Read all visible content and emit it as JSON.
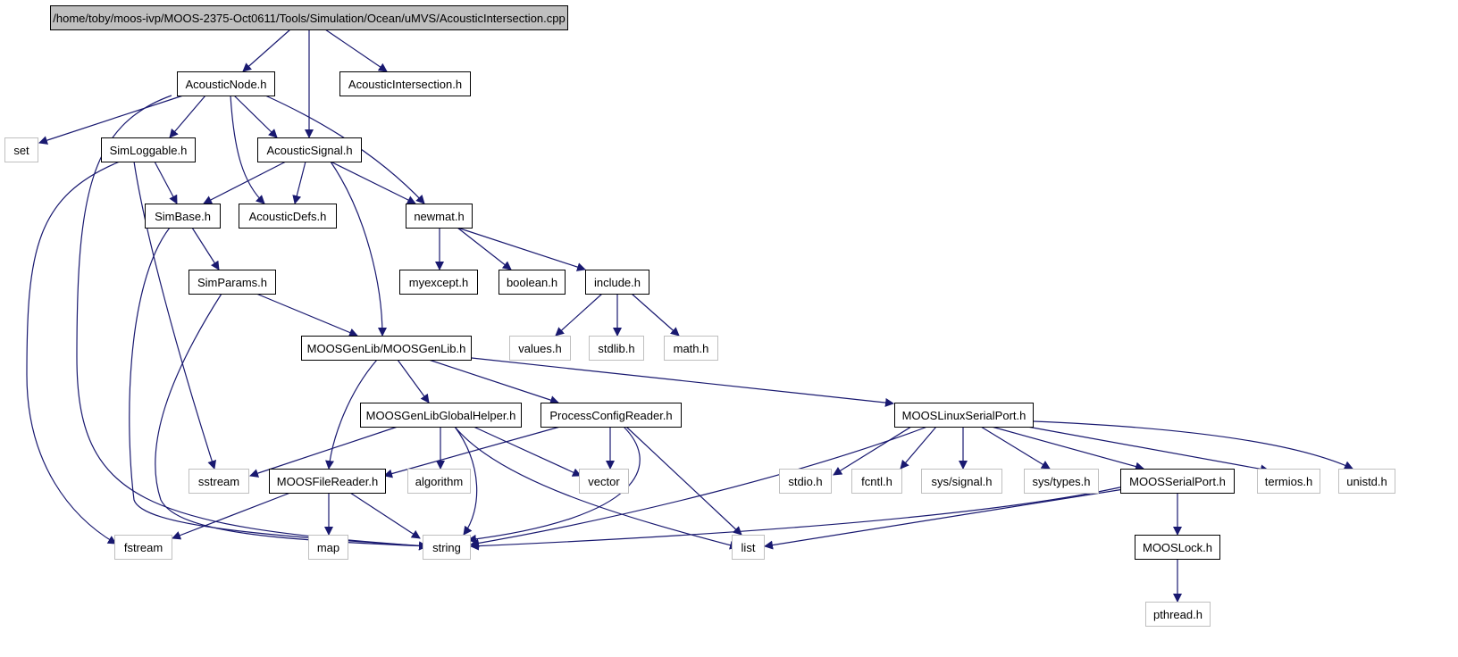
{
  "edge_color": "#191970",
  "nodes": {
    "root": "/home/toby/moos-ivp/MOOS-2375-Oct0611/Tools/Simulation/Ocean/uMVS/AcousticIntersection.cpp",
    "acoustic_node_h": "AcousticNode.h",
    "acoustic_intersection_h": "AcousticIntersection.h",
    "set": "set",
    "sim_loggable_h": "SimLoggable.h",
    "acoustic_signal_h": "AcousticSignal.h",
    "sim_base_h": "SimBase.h",
    "acoustic_defs_h": "AcousticDefs.h",
    "newmat_h": "newmat.h",
    "sim_params_h": "SimParams.h",
    "myexcept_h": "myexcept.h",
    "boolean_h": "boolean.h",
    "include_h": "include.h",
    "values_h": "values.h",
    "stdlib_h": "stdlib.h",
    "math_h": "math.h",
    "moosgenlib_h": "MOOSGenLib/MOOSGenLib.h",
    "moosgenlib_global_helper_h": "MOOSGenLibGlobalHelper.h",
    "process_config_reader_h": "ProcessConfigReader.h",
    "moos_linux_serial_port_h": "MOOSLinuxSerialPort.h",
    "sstream": "sstream",
    "moos_file_reader_h": "MOOSFileReader.h",
    "algorithm": "algorithm",
    "vector": "vector",
    "stdio_h": "stdio.h",
    "fcntl_h": "fcntl.h",
    "sys_signal_h": "sys/signal.h",
    "sys_types_h": "sys/types.h",
    "moos_serial_port_h": "MOOSSerialPort.h",
    "termios_h": "termios.h",
    "unistd_h": "unistd.h",
    "fstream": "fstream",
    "map": "map",
    "string": "string",
    "list": "list",
    "moos_lock_h": "MOOSLock.h",
    "pthread_h": "pthread.h"
  }
}
